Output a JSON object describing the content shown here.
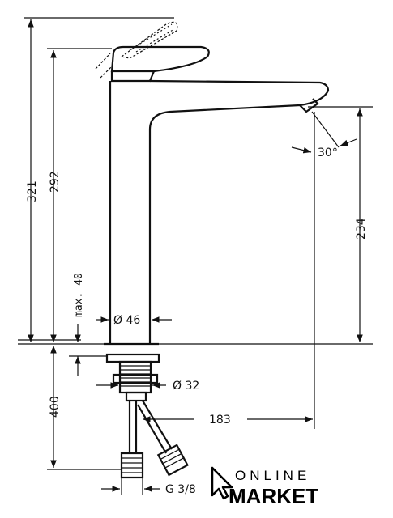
{
  "dimensions": {
    "total_height": "321",
    "body_height": "292",
    "spout_height": "234",
    "max_thickness": "max. 40",
    "base_diameter": "Ø 46",
    "shank_diameter": "Ø 32",
    "spout_reach": "183",
    "hose_length": "400",
    "connection": "G 3/8",
    "angle": "30°"
  },
  "logo": {
    "line1": "ONLINE",
    "line2": "MARKET"
  }
}
